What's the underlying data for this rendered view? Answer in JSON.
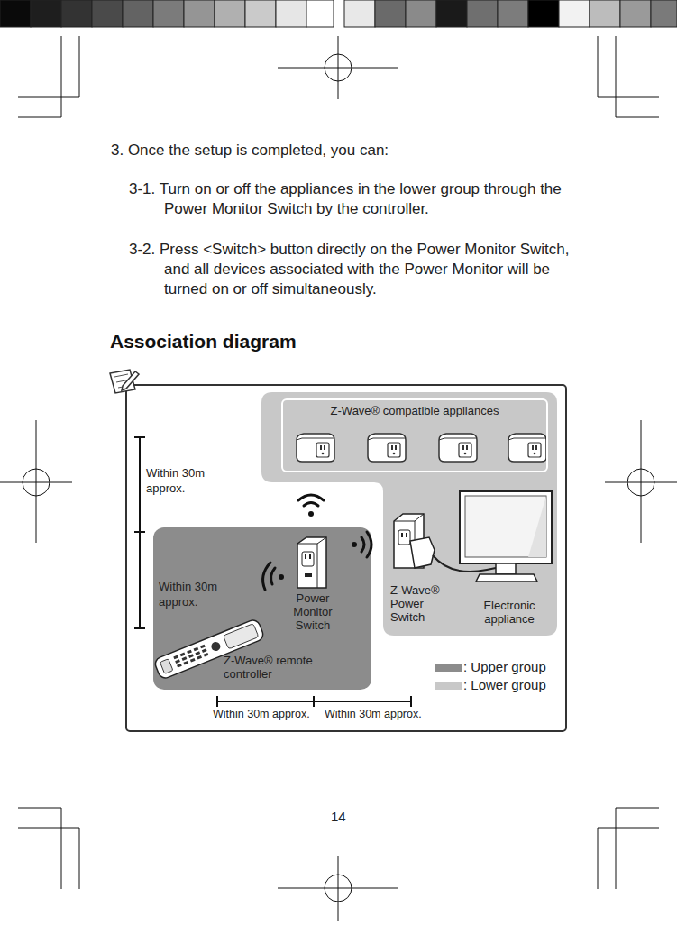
{
  "diagram": {
    "title": "Association diagram",
    "nodes": [
      {
        "text": [
          "Z-Wave® compatible appliances"
        ]
      },
      {
        "text": [
          "Power Monitor Switch"
        ]
      },
      {
        "text": [
          "Z-Wave® remote controller"
        ]
      },
      {
        "text": [
          "Z-Wave® Power Switch"
        ]
      },
      {
        "text": [
          "Electronic appliance"
        ]
      }
    ],
    "labels": [
      "3. Once the setup is completed, you can:",
      "3-1. Turn on or off the appliances in the lower group through the Power Monitor Switch by the controller.",
      "3-2. Press <Switch> button directly on the Power Monitor Switch, and all devices associated with the Power Monitor will be turned on or off simultaneously.",
      "Within 30m approx.",
      "Within 30m approx.",
      "Within 30m approx.",
      "Within 30m approx.",
      "14"
    ],
    "legend": [
      {
        "text": ": Upper group",
        "color": "#8c8c8c"
      },
      {
        "text": ": Lower group",
        "color": "#c8c8c8"
      }
    ]
  }
}
